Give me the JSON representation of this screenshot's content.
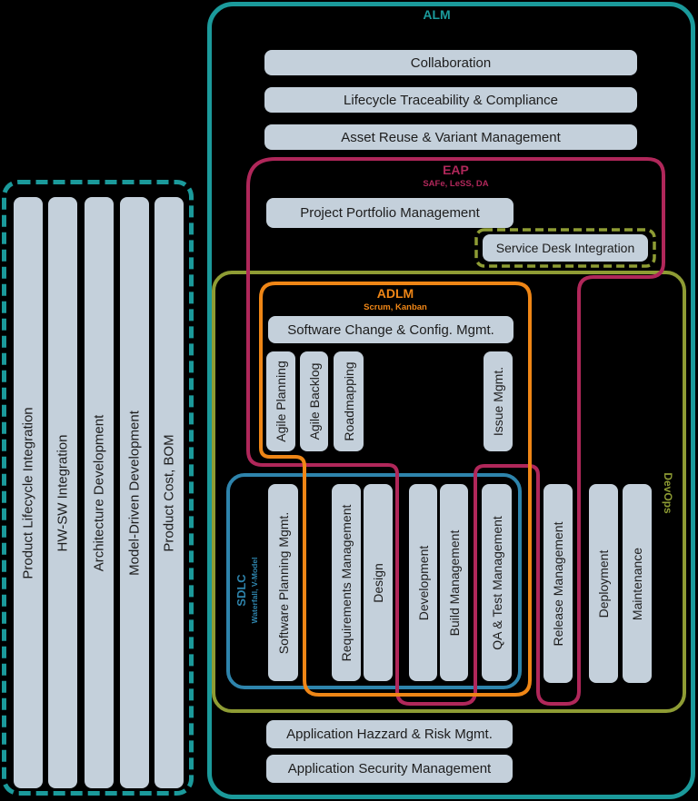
{
  "colors": {
    "teal": "#1b9a9b",
    "pink": "#b0275a",
    "orange": "#ef8616",
    "olive": "#8e9c34",
    "blue": "#2e84ac",
    "box_fill": "#c4d0db",
    "box_text": "#1d1d1d",
    "background": "#000000"
  },
  "alm": {
    "label": "ALM",
    "boxes": [
      "Collaboration",
      "Lifecycle Traceability & Compliance",
      "Asset Reuse & Variant Management"
    ],
    "bottom_boxes": [
      "Application Hazzard & Risk Mgmt.",
      "Application Security Management"
    ]
  },
  "eap": {
    "label": "EAP",
    "subtitle": "SAFe, LeSS, DA",
    "boxes": [
      "Project Portfolio Management"
    ]
  },
  "service_desk": {
    "label": "Service Desk Integration"
  },
  "adlm": {
    "label": "ADLM",
    "subtitle": "Scrum, Kanban",
    "top_box": "Software Change & Config. Mgmt.",
    "columns": [
      "Agile Planning",
      "Agile Backlog",
      "Roadmapping",
      "Issue Mgmt."
    ]
  },
  "sdlc": {
    "label": "SDLC",
    "subtitle": "Waterfall, V-Model",
    "columns": [
      "Software Planning Mgmt.",
      "Requirements Management",
      "Design",
      "Development",
      "Build Management",
      "QA & Test Management"
    ]
  },
  "devops": {
    "label": "DevOps",
    "columns": [
      "Release Management",
      "Deployment",
      "Maintenance"
    ]
  },
  "plm": {
    "columns": [
      "Product Lifecycle Integration",
      "HW-SW Integration",
      "Architecture Development",
      "Model-Driven Development",
      "Product Cost, BOM"
    ]
  }
}
